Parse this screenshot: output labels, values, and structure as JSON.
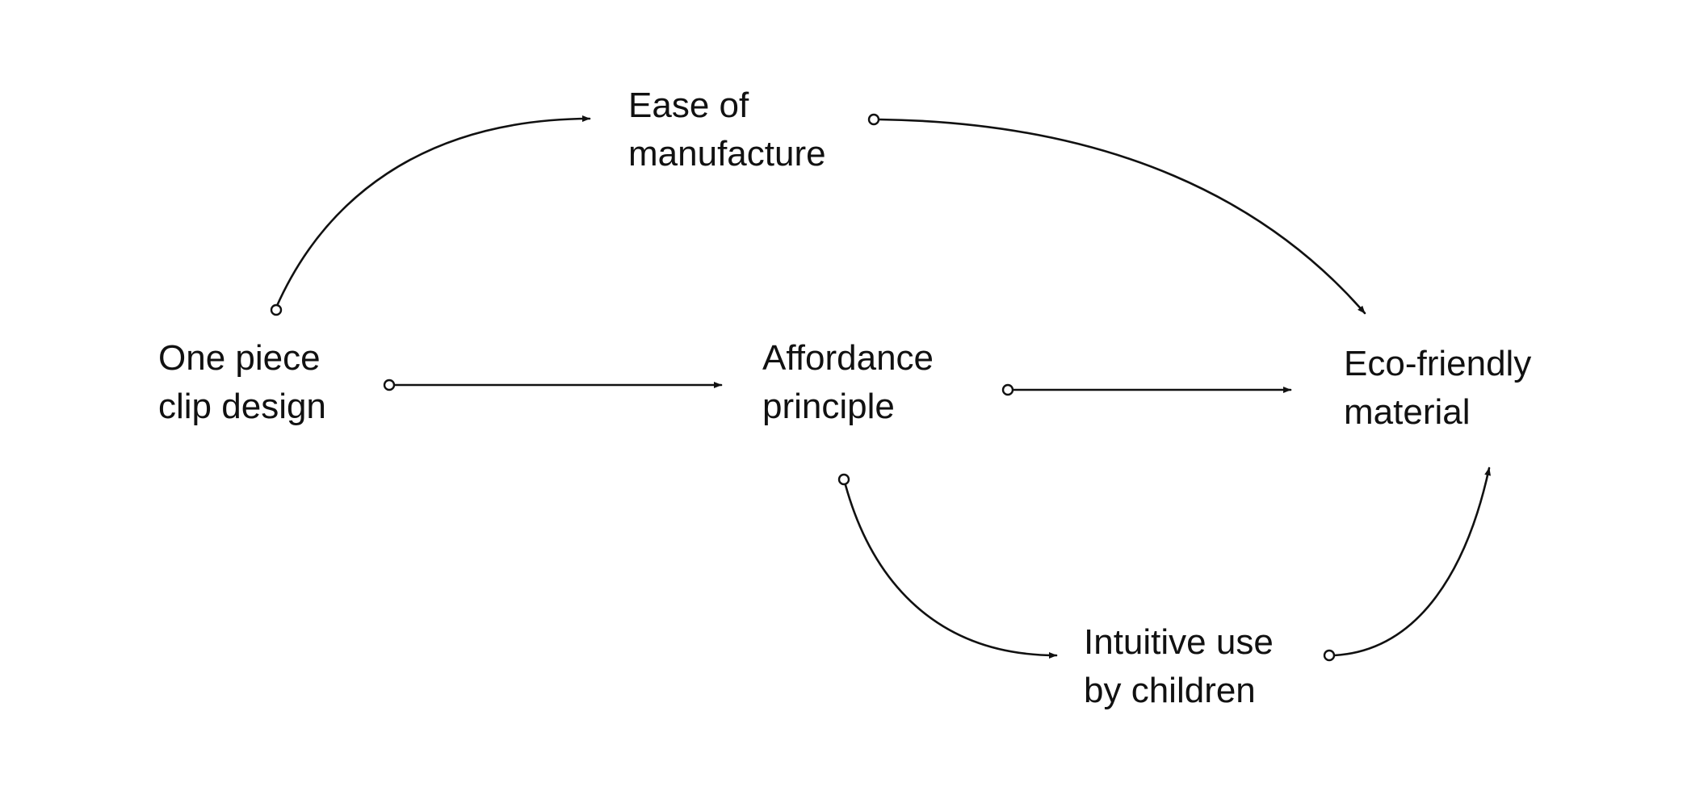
{
  "colors": {
    "background": "#ffffff",
    "text": "#111111",
    "line": "#111111"
  },
  "nodes": [
    {
      "id": "one-piece-clip-design",
      "lines": [
        "One piece",
        "clip design"
      ]
    },
    {
      "id": "ease-of-manufacture",
      "lines": [
        "Ease of",
        "manufacture"
      ]
    },
    {
      "id": "affordance-principle",
      "lines": [
        "Affordance",
        "principle"
      ]
    },
    {
      "id": "eco-friendly-material",
      "lines": [
        "Eco-friendly",
        "material"
      ]
    },
    {
      "id": "intuitive-use-by-children",
      "lines": [
        "Intuitive use",
        "by children"
      ]
    }
  ],
  "edges": [
    {
      "from": "one-piece-clip-design",
      "to": "ease-of-manufacture",
      "tail": "open-circle",
      "head": "arrow"
    },
    {
      "from": "one-piece-clip-design",
      "to": "affordance-principle",
      "tail": "open-circle",
      "head": "arrow"
    },
    {
      "from": "ease-of-manufacture",
      "to": "eco-friendly-material",
      "tail": "open-circle",
      "head": "arrow"
    },
    {
      "from": "affordance-principle",
      "to": "eco-friendly-material",
      "tail": "open-circle",
      "head": "arrow"
    },
    {
      "from": "affordance-principle",
      "to": "intuitive-use-by-children",
      "tail": "open-circle",
      "head": "arrow"
    },
    {
      "from": "intuitive-use-by-children",
      "to": "eco-friendly-material",
      "tail": "open-circle",
      "head": "arrow"
    }
  ]
}
